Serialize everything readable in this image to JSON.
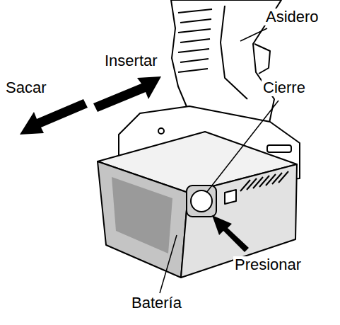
{
  "diagram": {
    "labels": [
      "Asidero",
      "Insertar",
      "Sacar",
      "Cierre",
      "Presionar",
      "Batería"
    ]
  }
}
